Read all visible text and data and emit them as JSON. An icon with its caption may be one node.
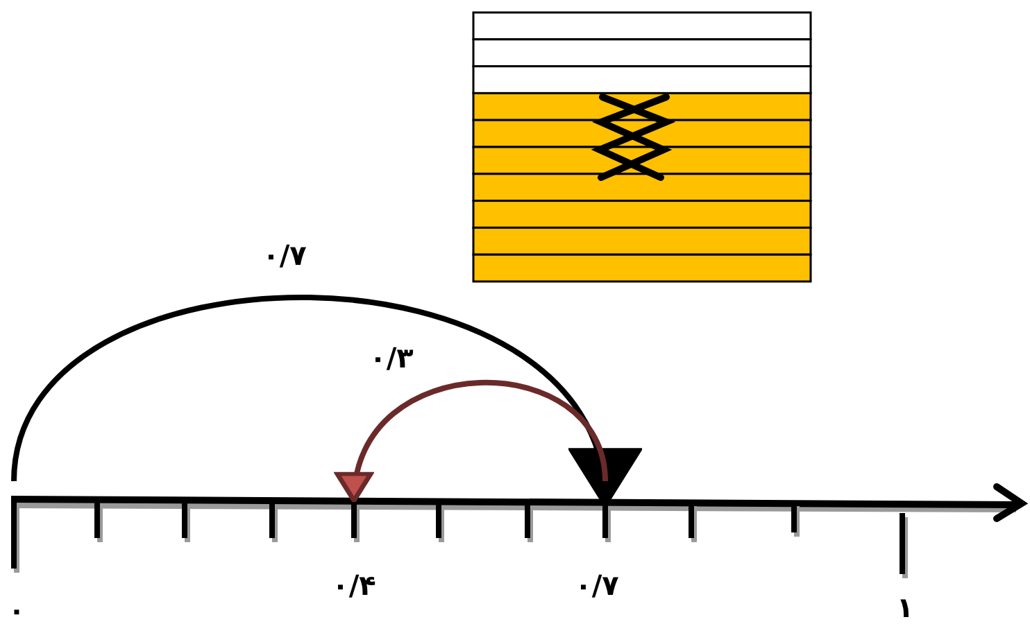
{
  "diagram": {
    "nodes": [
      {
        "text": [],
        "shape": "bar"
      },
      {
        "text": [],
        "shape": "bar"
      },
      {
        "text": [],
        "shape": "bar"
      }
    ],
    "edges": [
      {
        "from": 0,
        "to": 2,
        "arrow": "to",
        "label": "۰/۷"
      },
      {
        "from": 2,
        "to": 1,
        "arrow": "to",
        "label": "۰/۳",
        "color": "#6b2a2a"
      }
    ],
    "labels": [
      "۰/۴",
      "۰/۷",
      "۰",
      "۱"
    ]
  }
}
